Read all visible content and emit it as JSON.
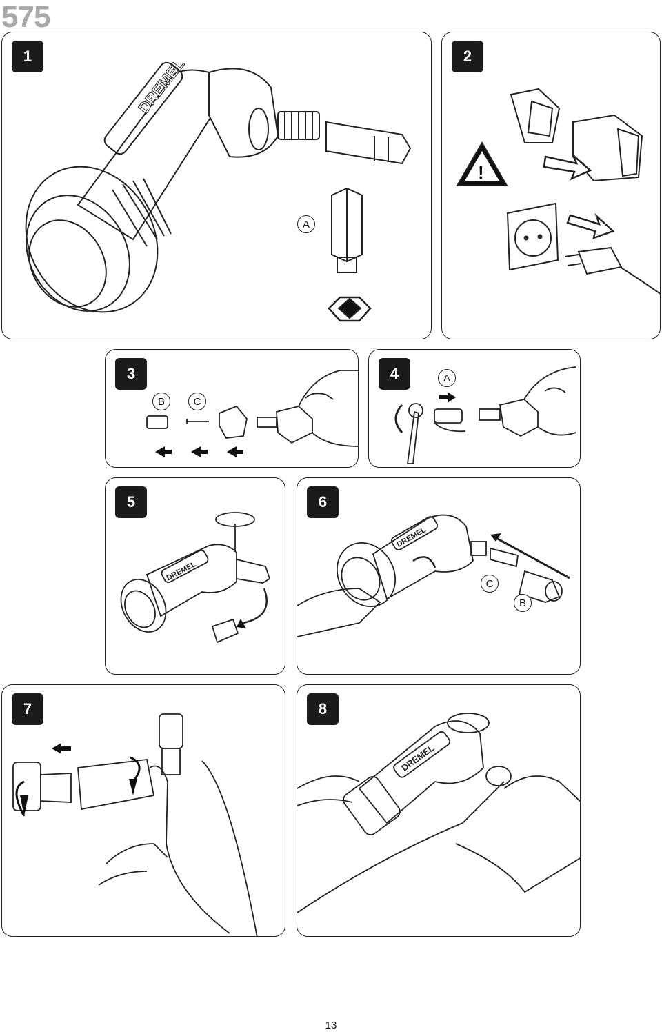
{
  "header": {
    "model_number": "575"
  },
  "panels": [
    {
      "step": "1",
      "callouts": [
        "A"
      ],
      "brand": "DREMEL"
    },
    {
      "step": "2",
      "callouts": [],
      "warning_glyph": "!"
    },
    {
      "step": "3",
      "callouts": [
        "B",
        "C"
      ]
    },
    {
      "step": "4",
      "callouts": [
        "A"
      ]
    },
    {
      "step": "5",
      "callouts": [],
      "brand": "DREMEL"
    },
    {
      "step": "6",
      "callouts": [
        "C",
        "B"
      ],
      "brand": "DREMEL"
    },
    {
      "step": "7",
      "callouts": []
    },
    {
      "step": "8",
      "callouts": [],
      "brand": "DREMEL"
    }
  ],
  "icons": [
    "warning-triangle-icon",
    "direction-arrow-icon",
    "rotation-arrow-icon",
    "wall-socket-icon",
    "plug-icon",
    "battery-icon"
  ],
  "footer": {
    "page_number": "13"
  }
}
